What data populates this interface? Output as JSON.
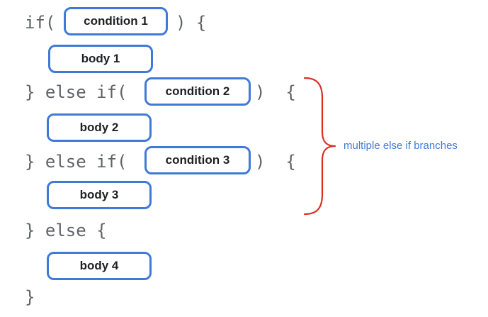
{
  "code_lines": {
    "if_open": "if(",
    "if_close": ") {",
    "elseif_open_1": "} else if(",
    "elseif_close_1": ")  {",
    "elseif_open_2": "} else if(",
    "elseif_close_2": ")  {",
    "else_open": "} else {",
    "final_close": "}"
  },
  "boxes": {
    "condition_1": "condition 1",
    "body_1": "body 1",
    "condition_2": "condition 2",
    "body_2": "body 2",
    "condition_3": "condition 3",
    "body_3": "body 3",
    "body_4": "body 4"
  },
  "annotation": {
    "label": "multiple else if branches",
    "brace_color": "#d93025",
    "label_color": "#3f7bd6"
  },
  "colors": {
    "box_border": "#3f7bd6",
    "code_text": "#5f6368"
  }
}
